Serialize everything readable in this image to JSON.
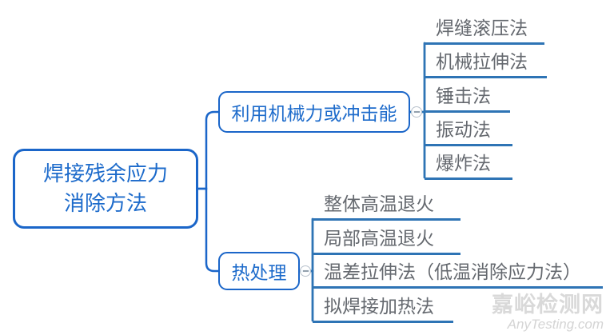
{
  "root": {
    "label": "焊接残余应力消除方法",
    "lines": [
      "焊接残余应力",
      "消除方法"
    ]
  },
  "branches": [
    {
      "label": "利用机械力或冲击能",
      "children": [
        "焊缝滚压法",
        "机械拉伸法",
        "锤击法",
        "振动法",
        "爆炸法"
      ]
    },
    {
      "label": "热处理",
      "children": [
        "整体高温退火",
        "局部高温退火",
        "温差拉伸法（低温消除应力法）",
        "拟焊接加热法"
      ]
    }
  ],
  "watermark": {
    "site_name": "嘉峪检测网",
    "site_url": "AnyTesting.com"
  },
  "icons": {
    "collapse_toggle": "minus-in-circle"
  },
  "colors": {
    "node_blue": "#1b66c9",
    "line_blue": "#2e74b5",
    "leaf_text_gray": "#65696f",
    "watermark_gray": "#d9d9d9"
  }
}
